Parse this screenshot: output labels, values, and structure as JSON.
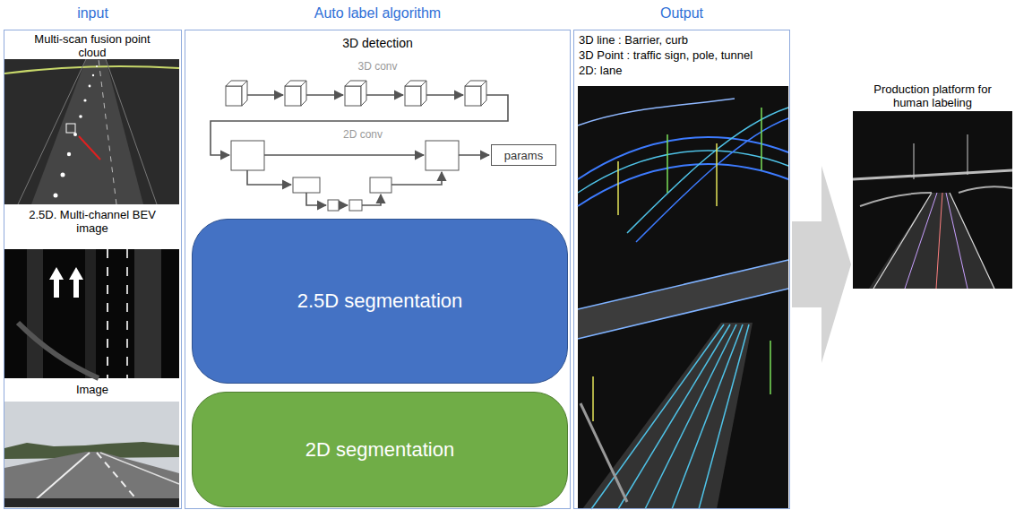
{
  "diagram": {
    "nodes": [
      {
        "text": [
          "input"
        ]
      },
      {
        "text": [
          "Multi-scan fusion point cloud"
        ],
        "in": 0
      },
      {
        "text": [
          "2.5D. Multi-channel BEV image"
        ],
        "in": 0
      },
      {
        "text": [
          "Image"
        ],
        "in": 0
      },
      {
        "text": [
          "Auto label algorithm"
        ]
      },
      {
        "text": [
          "params"
        ],
        "in": 4
      },
      {
        "text": [
          "2.5D segmentation"
        ],
        "in": 4
      },
      {
        "text": [
          "2D segmentation"
        ],
        "in": 4
      },
      {
        "text": [
          "Output",
          "3D line : Barrier, curb",
          "3D Point : traffic sign, pole, tunnel",
          "2D: lane"
        ]
      },
      {
        "text": [
          "Production platform for human labeling"
        ]
      }
    ],
    "edges": [
      {
        "from": 8,
        "to": 9,
        "arrow": "to"
      }
    ],
    "labels": [
      "3D detection",
      "3D conv",
      "2D conv"
    ]
  }
}
